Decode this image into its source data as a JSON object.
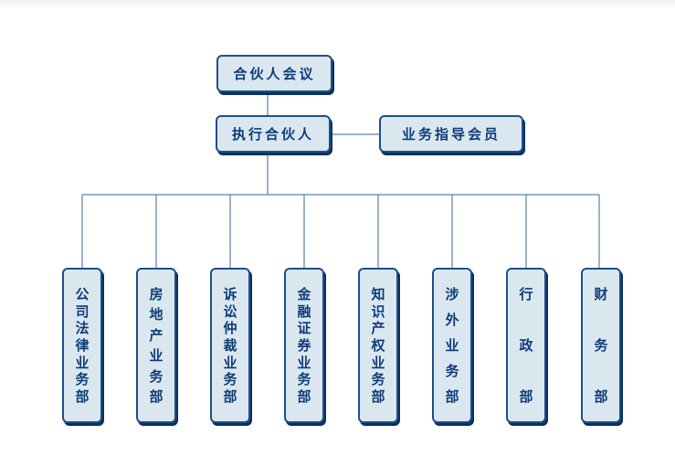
{
  "chart": {
    "root": "合伙人会议",
    "executive": "执行合伙人",
    "advisory": "业务指导会员",
    "departments": [
      "公司法律业务部",
      "房地产业务部",
      "诉讼仲裁业务部",
      "金融证券业务部",
      "知识产权业务部",
      "涉外业务部",
      "行政部",
      "财务部"
    ]
  },
  "colors": {
    "box_fill": "#dbe7ef",
    "box_border": "#1d4f8a",
    "box_shadow": "#0c2f5c",
    "text": "#0e3d79",
    "connector": "#5c7fa8"
  }
}
